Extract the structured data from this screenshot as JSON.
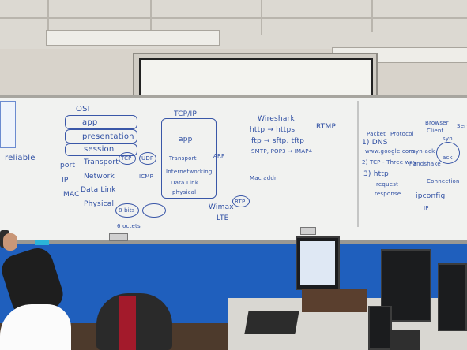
{
  "whiteboard": {
    "left": {
      "lines": [
        "OSI",
        "app",
        "presentation",
        "session",
        "Transport",
        "Network",
        "Data Link",
        "Physical",
        "TCP",
        "UDP",
        "ICMP",
        "reliable",
        "port",
        "IP",
        "MAC",
        "8 bits",
        "6 octets"
      ]
    },
    "middle": {
      "lines": [
        "TCP/IP",
        "app",
        "Transport",
        "Internetworking",
        "Data Link",
        "physical",
        "Wireshark",
        "http → https",
        "ftp → sftp, tftp",
        "SMTP, POP3 → IMAP4",
        "RTMP",
        "ARP",
        "Wimax",
        "LTE",
        "RTP",
        "Mac addr"
      ]
    },
    "right": {
      "lines": [
        "Packet",
        "Protocol",
        "1) DNS",
        "www.google.com",
        "2) TCP - Three way",
        "3) http",
        "request",
        "response",
        "Browser",
        "Client",
        "Server",
        "syn",
        "ack",
        "syn-ack",
        "handshake",
        "ipconfig",
        "Connection",
        "IP"
      ]
    }
  }
}
